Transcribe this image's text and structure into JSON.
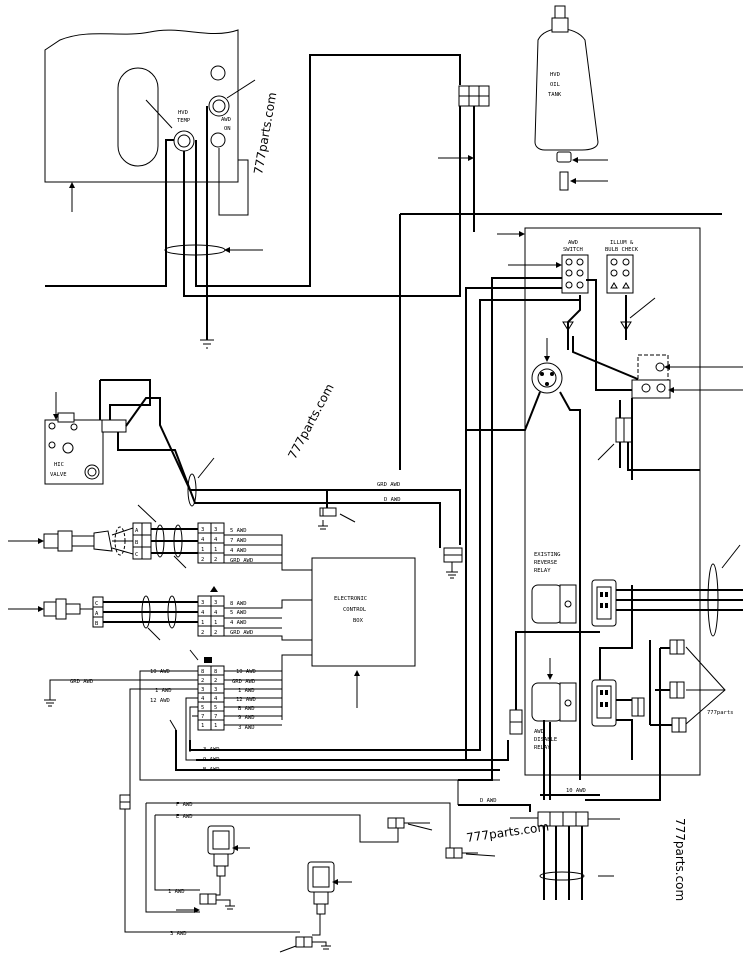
{
  "labels": {
    "hvd_temp_1": "HVD",
    "hvd_temp_2": "TEMP",
    "awd_on_1": "AWD",
    "awd_on_2": "ON",
    "tank_1": "HVD",
    "tank_2": "OIL",
    "tank_3": "TANK",
    "awd_switch_1": "AWD",
    "awd_switch_2": "SWITCH",
    "illum_1": "ILLUM &",
    "illum_2": "BULB CHECK",
    "hic_valve_1": "HIC",
    "hic_valve_2": "VALVE",
    "ecb_1": "ELECTRONIC",
    "ecb_2": "CONTROL",
    "ecb_3": "BOX",
    "existing_relay_1": "EXISTING",
    "existing_relay_2": "REVERSE",
    "existing_relay_3": "RELAY",
    "disable_relay_1": "AWD",
    "disable_relay_2": "DISABLE",
    "disable_relay_3": "RELAY"
  },
  "wires": {
    "grd_awd_top": "GRD AWD",
    "d_awd_top": "D AWD",
    "g1_a": "5 AWD",
    "g1_b": "7 AWD",
    "g1_c": "4 AWD",
    "g1_d": "GRD AWD",
    "g2_a": "8 AWD",
    "g2_b": "5 AWD",
    "g2_c": "4 AWD",
    "g2_d": "GRD AWD",
    "left_10": "10 AWD",
    "left_1": "1 AWD",
    "left_12": "12 AWD",
    "grd_awd_left": "GRD AWD",
    "right_10": "10 AWD",
    "right_grd": "GRD AWD",
    "right_1": "1 AWD",
    "right_12": "12 AWD",
    "right_b": "B AWD",
    "right_9": "9 AWD",
    "right_3": "3 AWD",
    "bot_3": "3 AWD",
    "bot_9": "9 AWD",
    "bot_b": "B AWD",
    "f_awd": "F AWD",
    "e_awd": "E AWD",
    "d_awd_bottom": "D AWD",
    "awd10_bottom": "10 AWD",
    "one_awd_bottom": "1 AWD",
    "three_awd_bottom": "3 AWD"
  },
  "connectors": {
    "c1_left": [
      "A",
      "B",
      "C"
    ],
    "c1_right": [
      "3",
      "4",
      "1",
      "2"
    ],
    "c2_left": [
      "C",
      "A",
      "B"
    ],
    "c2_right": [
      "3",
      "4",
      "1",
      "2"
    ],
    "c3_left": [
      "8",
      "2",
      "3",
      "4",
      "5",
      "7",
      "1"
    ],
    "c3_right": [
      "8",
      "2",
      "3",
      "4",
      "5",
      "7",
      "1"
    ]
  },
  "watermarks": {
    "w1": "777parts.com",
    "w2": "777parts.com",
    "w3": "777parts.com",
    "w4": "777parts.com",
    "w5": "777parts"
  }
}
